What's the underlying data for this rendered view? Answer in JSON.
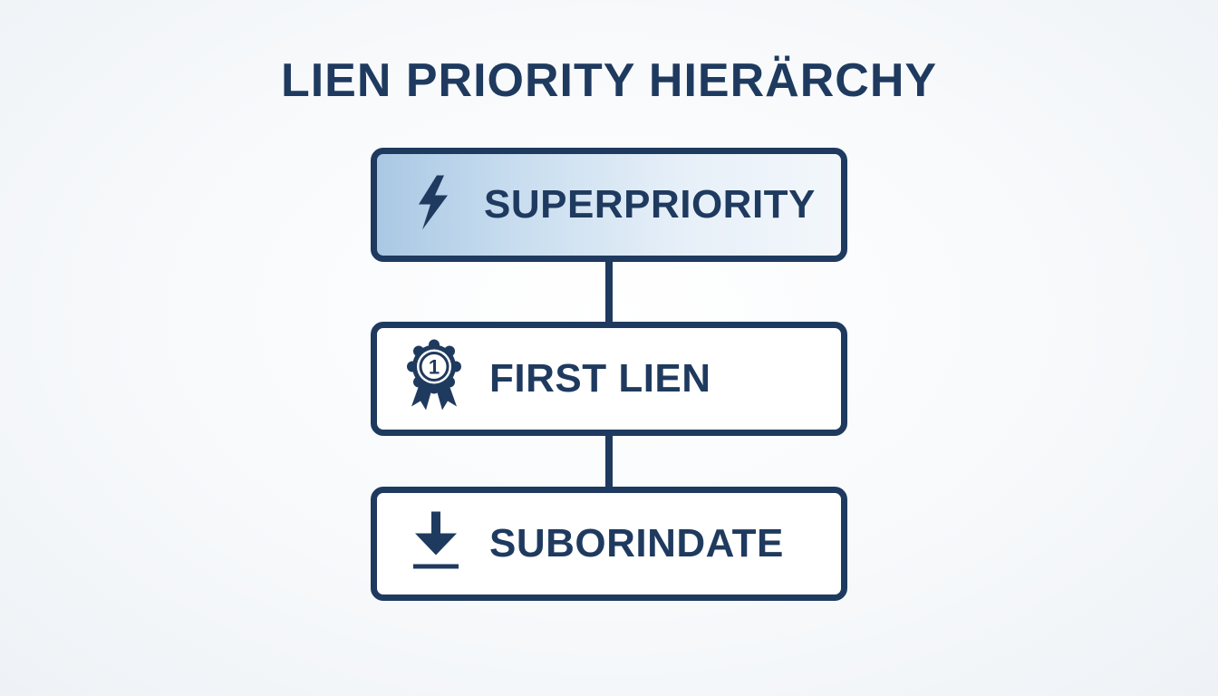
{
  "title": "LIEN PRIORITY HIERÄRCHY",
  "tiers": [
    {
      "label": "SUPERPRIORITY",
      "icon": "lightning-bolt-icon"
    },
    {
      "label": "FIRST LIEN",
      "icon": "award-ribbon-icon",
      "icon_text": "1"
    },
    {
      "label": "SUBORINDATE",
      "icon": "download-arrow-icon"
    }
  ],
  "colors": {
    "primary": "#1f3a5f",
    "highlight": "#aac8e4",
    "background": "#f8fafc"
  }
}
